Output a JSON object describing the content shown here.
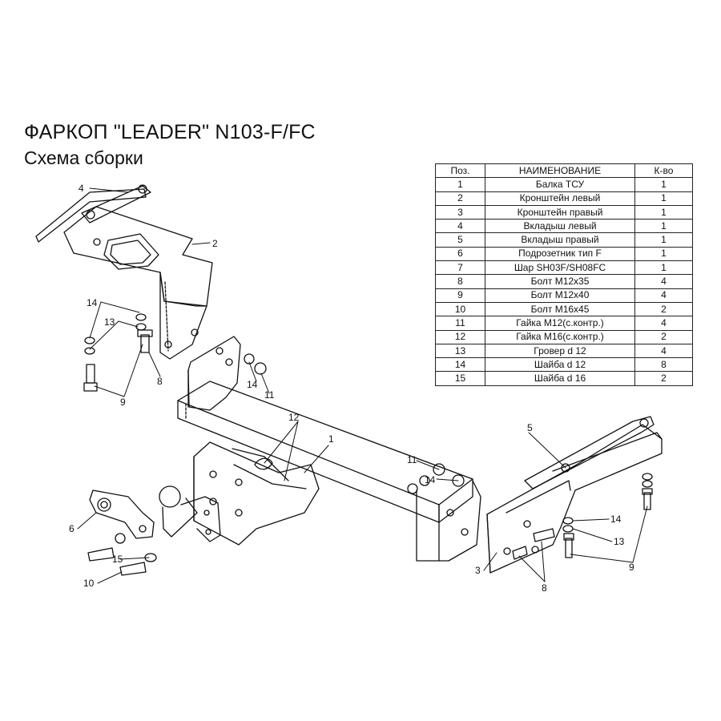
{
  "header": {
    "title": "ФАРКОП \"LEADER\" N103-F/FC",
    "subtitle": "Схема сборки"
  },
  "table": {
    "headers": [
      "Поз.",
      "НАИМЕНОВАНИЕ",
      "К-во"
    ],
    "rows": [
      [
        "1",
        "Балка ТСУ",
        "1"
      ],
      [
        "2",
        "Кронштейн левый",
        "1"
      ],
      [
        "3",
        "Кронштейн правый",
        "1"
      ],
      [
        "4",
        "Вкладыш левый",
        "1"
      ],
      [
        "5",
        "Вкладыш правый",
        "1"
      ],
      [
        "6",
        "Подрозетник тип F",
        "1"
      ],
      [
        "7",
        "Шар SH03F/SH08FC",
        "1"
      ],
      [
        "8",
        "Болт М12х35",
        "4"
      ],
      [
        "9",
        "Болт М12х40",
        "4"
      ],
      [
        "10",
        "Болт М16х45",
        "2"
      ],
      [
        "11",
        "Гайка М12(с.контр.)",
        "4"
      ],
      [
        "12",
        "Гайка  М16(с.контр.)",
        "2"
      ],
      [
        "13",
        "Гровер d 12",
        "4"
      ],
      [
        "14",
        "Шайба d 12",
        "8"
      ],
      [
        "15",
        "Шайба d 16",
        "2"
      ]
    ]
  },
  "callouts": {
    "c1": "1",
    "c2": "2",
    "c3": "3",
    "c4": "4",
    "c5": "5",
    "c6": "6",
    "c8a": "8",
    "c8b": "8",
    "c9a": "9",
    "c9b": "9",
    "c10": "10",
    "c11a": "11",
    "c11b": "11",
    "c12": "12",
    "c13a": "13",
    "c13b": "13",
    "c14a": "14",
    "c14b": "14",
    "c14c": "14",
    "c14d": "14",
    "c15": "15"
  },
  "colors": {
    "line": "#111111",
    "background": "#ffffff"
  }
}
